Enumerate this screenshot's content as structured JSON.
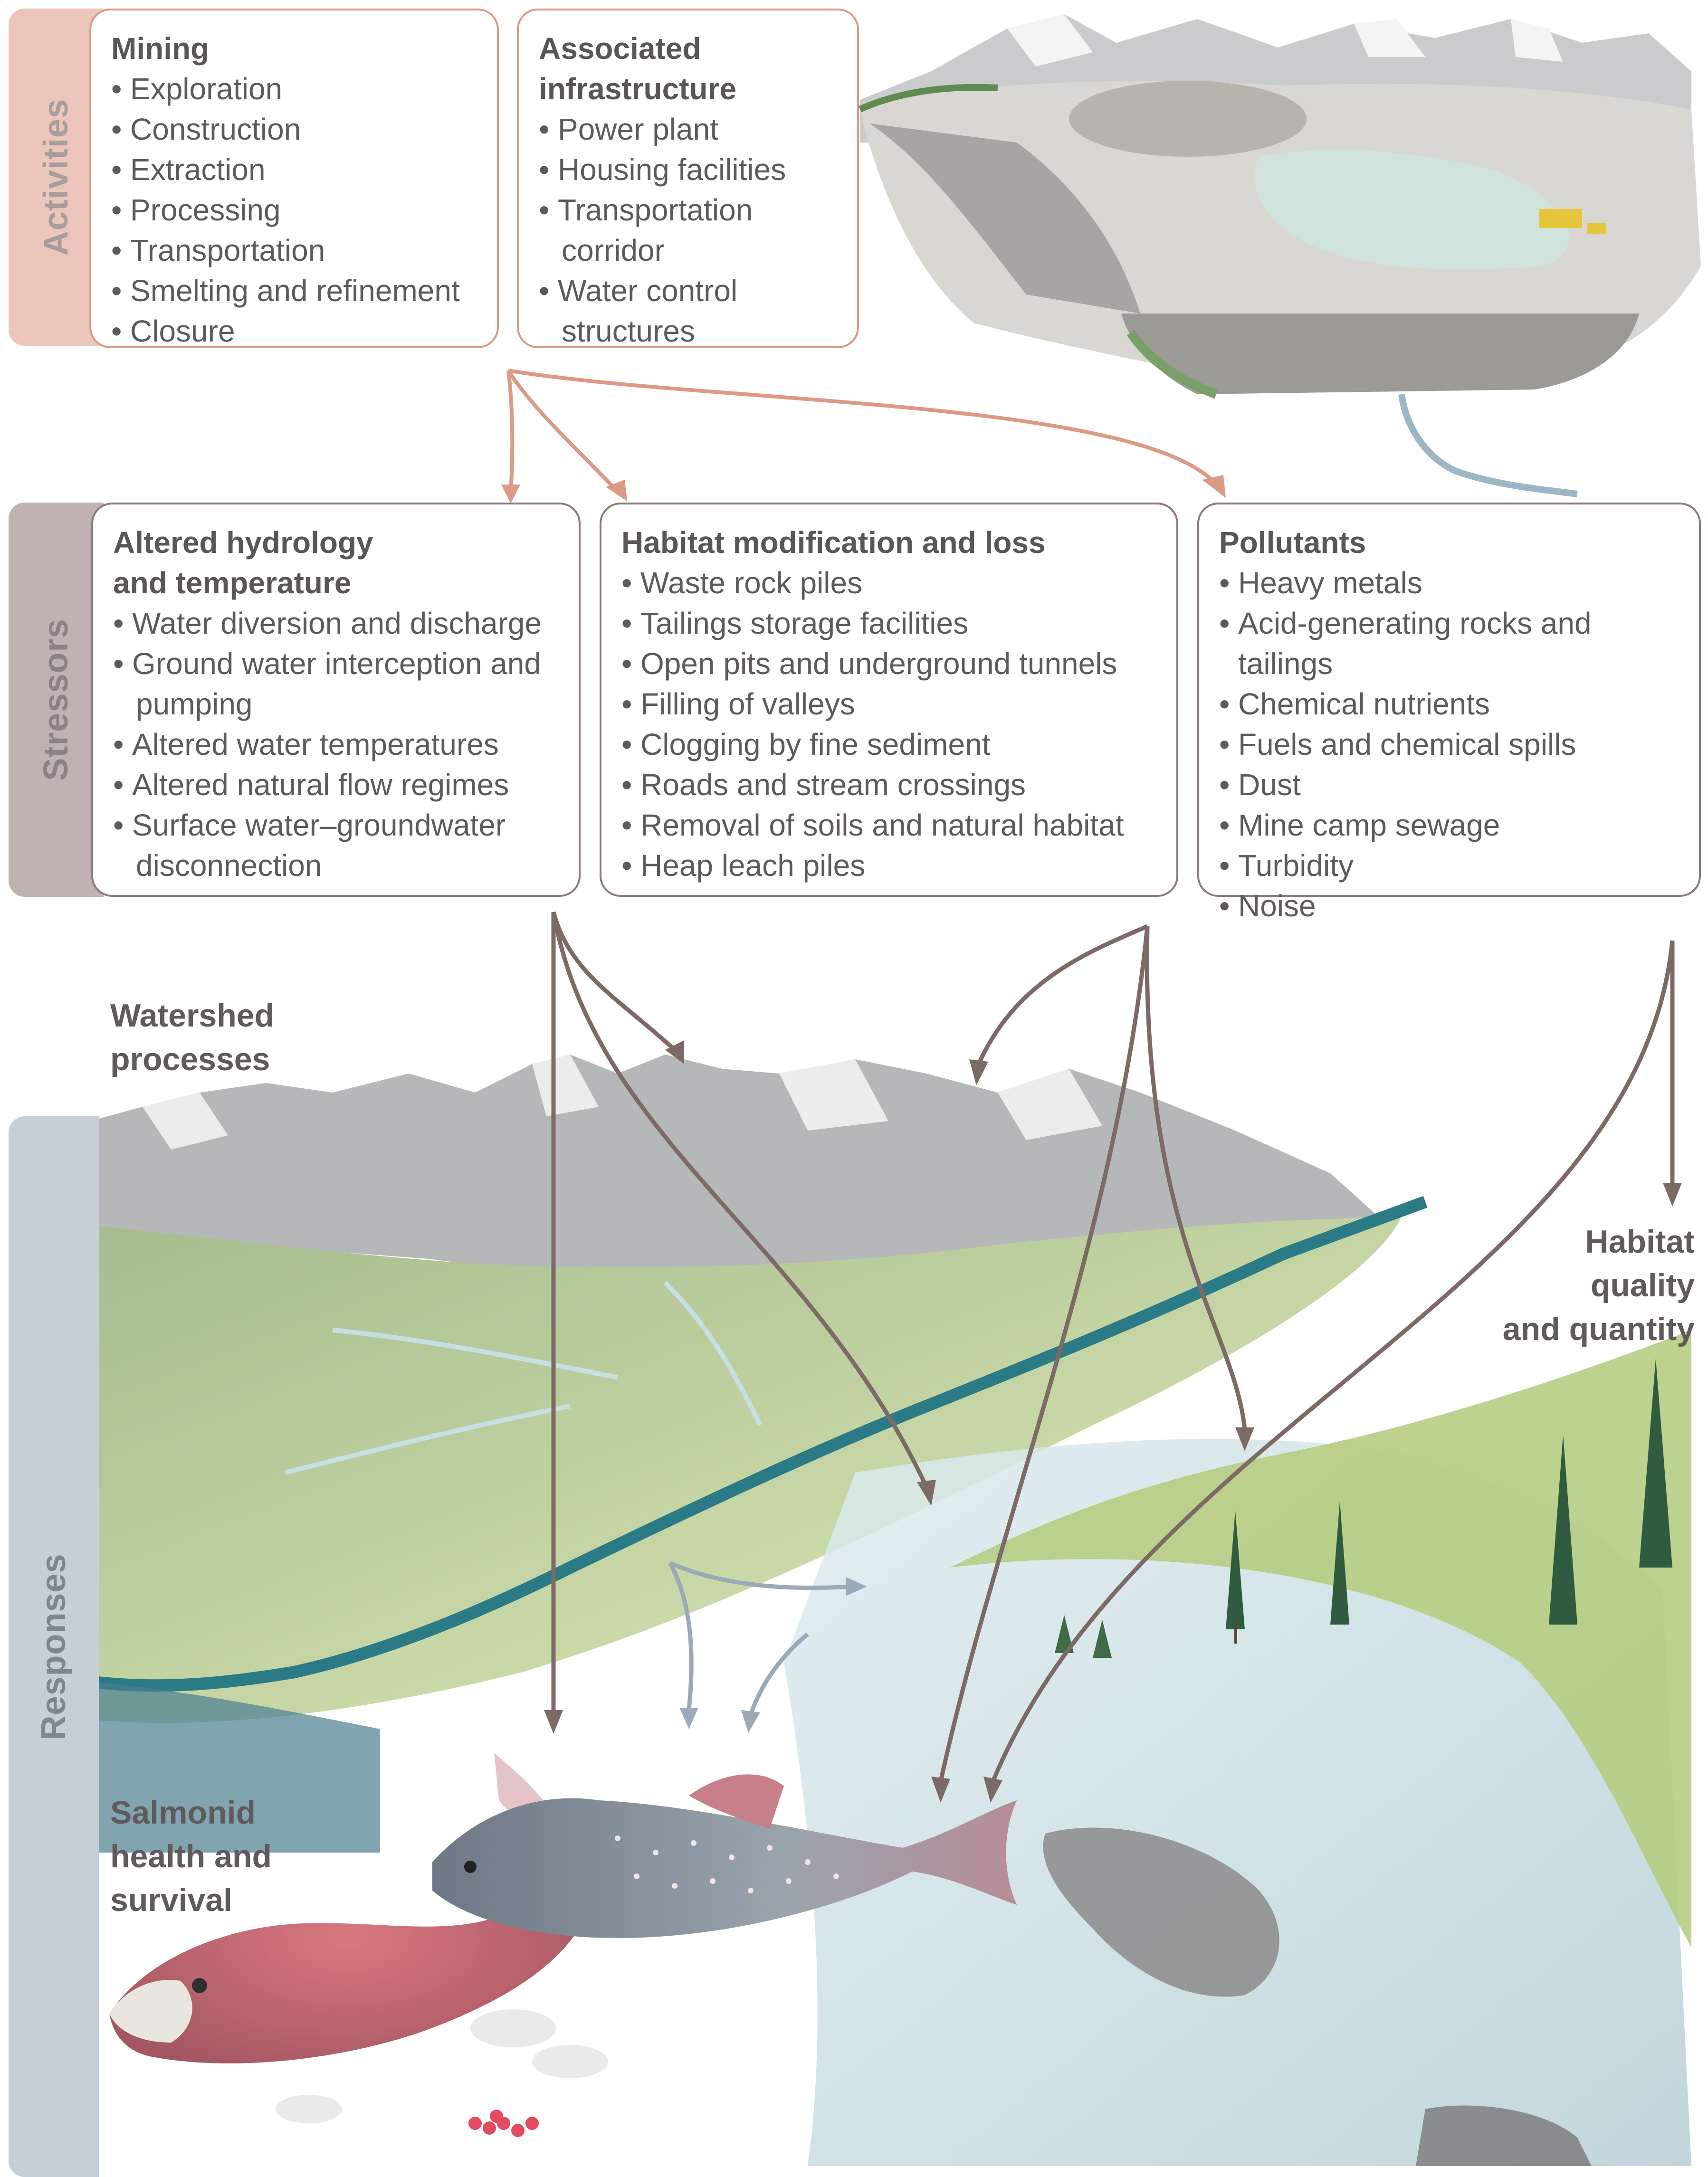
{
  "tiers": {
    "activities": "Activities",
    "stressors": "Stressors",
    "responses": "Responses"
  },
  "activities": {
    "mining": {
      "title": "Mining",
      "items": [
        "Exploration",
        "Construction",
        "Extraction",
        "Processing",
        "Transportation",
        "Smelting and refinement",
        "Closure"
      ]
    },
    "infrastructure": {
      "title_line1": "Associated",
      "title_line2": "infrastructure",
      "items": [
        "Power plant",
        "Housing facilities",
        "Transportation",
        "corridor",
        "Water control",
        "structures"
      ]
    }
  },
  "stressors": {
    "hydrology": {
      "title_line1": "Altered hydrology",
      "title_line2": "and temperature",
      "items": [
        "Water diversion and discharge",
        "Ground water interception and",
        "pumping",
        "Altered water temperatures",
        "Altered natural flow regimes",
        "Surface water–groundwater",
        "disconnection"
      ]
    },
    "habitat": {
      "title": "Habitat modification and loss",
      "items": [
        "Waste rock piles",
        "Tailings storage facilities",
        "Open pits and underground tunnels",
        "Filling of valleys",
        "Clogging by fine sediment",
        "Roads and stream crossings",
        "Removal of soils and natural habitat",
        "Heap leach piles"
      ]
    },
    "pollutants": {
      "title": "Pollutants",
      "items": [
        "Heavy metals",
        "Acid-generating rocks and tailings",
        "Chemical nutrients",
        "Fuels and chemical spills",
        "Dust",
        "Mine camp sewage",
        "Turbidity",
        "Noise"
      ]
    }
  },
  "responses": {
    "watershed_line1": "Watershed",
    "watershed_line2": "processes",
    "quality_line1": "Habitat",
    "quality_line2": "quality",
    "quality_line3": "and quantity",
    "salmon_line1": "Salmonid",
    "salmon_line2": "health and",
    "salmon_line3": "survival"
  },
  "colors": {
    "activities_tab": "#ecc6bb",
    "activities_border": "#d89a88",
    "stressors_tab": "#c0b2b0",
    "stressors_border": "#8a7a78",
    "responses_tab": "#c6cfd8",
    "arrow_activity": "#dc9a86",
    "arrow_stressor": "#7d6a66",
    "arrow_response": "#9aaab8"
  }
}
